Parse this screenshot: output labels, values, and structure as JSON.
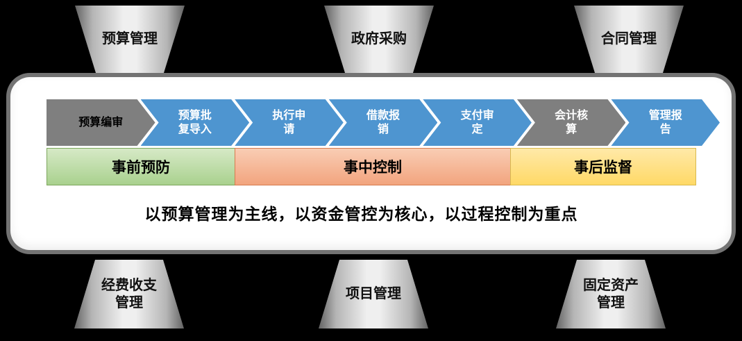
{
  "top_modules": [
    {
      "label": "预算管理"
    },
    {
      "label": "政府采购"
    },
    {
      "label": "合同管理"
    }
  ],
  "bottom_modules": [
    {
      "label": "经费收支管理"
    },
    {
      "label": "项目管理"
    },
    {
      "label": "固定资产管理"
    }
  ],
  "process_steps": [
    {
      "label": "预算编审",
      "fill": "#7f7f7f",
      "text_color": "#000000"
    },
    {
      "label": "预算批复导入",
      "fill": "#4e95d0",
      "text_color": "#ffffff"
    },
    {
      "label": "执行申请",
      "fill": "#4e95d0",
      "text_color": "#ffffff"
    },
    {
      "label": "借款报销",
      "fill": "#4e95d0",
      "text_color": "#ffffff"
    },
    {
      "label": "支付审定",
      "fill": "#4e95d0",
      "text_color": "#ffffff"
    },
    {
      "label": "会计核算",
      "fill": "#7f7f7f",
      "text_color": "#ffffff"
    },
    {
      "label": "管理报告",
      "fill": "#4e95d0",
      "text_color": "#ffffff"
    }
  ],
  "phases": [
    {
      "label": "事前预防",
      "fill": "#a9d18e",
      "fill_light": "#d6e9c6",
      "border": "#7ca65c"
    },
    {
      "label": "事中控制",
      "fill": "#f2a47e",
      "fill_light": "#f9cdb4",
      "border": "#d57b4e"
    },
    {
      "label": "事后监督",
      "fill": "#ffd966",
      "fill_light": "#ffe9a8",
      "border": "#d8b84e"
    }
  ],
  "tagline": "以预算管理为主线，以资金管控为核心，以过程控制为重点",
  "colors": {
    "background": "#000000",
    "panel": "#ffffff",
    "chevron_blue": "#4e95d0",
    "chevron_gray": "#7f7f7f",
    "phase_green": "#a9d18e",
    "phase_orange": "#f2a47e",
    "phase_yellow": "#ffd966",
    "module_gray": "#bfbfbf"
  }
}
